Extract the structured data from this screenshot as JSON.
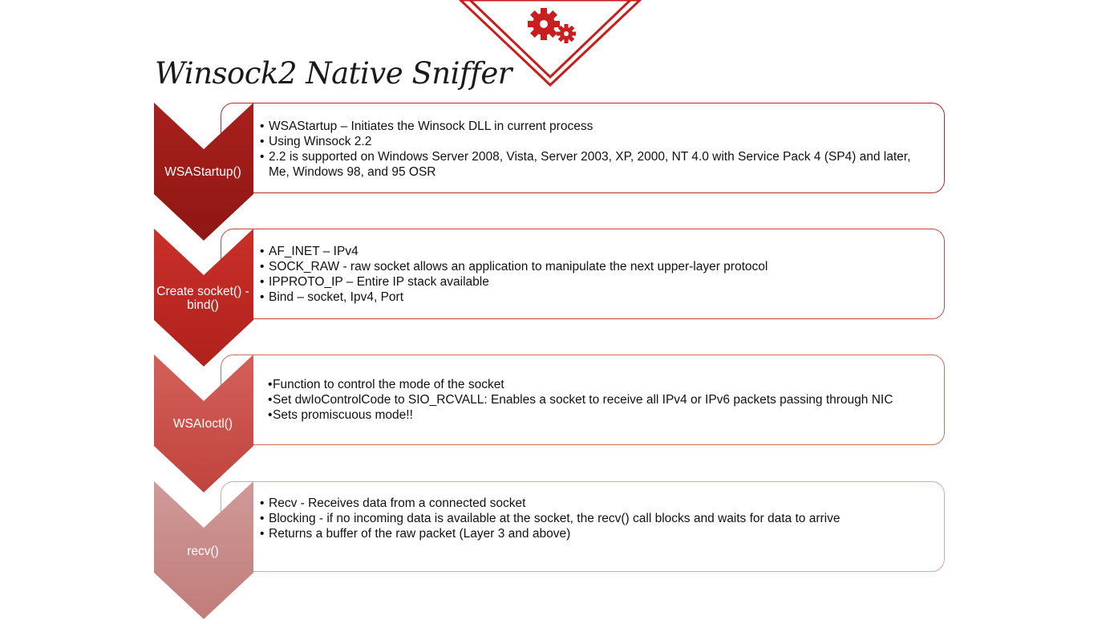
{
  "title": "Winsock2 Native Sniffer",
  "colors": {
    "accent": "#c81e1e",
    "step1": "#a8201d",
    "step2": "#c9302a",
    "step3": "#d4605a",
    "step4": "#cf9a98"
  },
  "icons": {
    "header": "gears-icon"
  },
  "steps": [
    {
      "label": "WSAStartup()",
      "bullet_char": "•",
      "items": [
        "WSAStartup – Initiates the Winsock DLL in current process",
        "Using Winsock 2.2",
        "2.2 is supported on Windows Server 2008, Vista, Server 2003, XP, 2000, NT 4.0 with Service Pack 4 (SP4) and later, Me, Windows 98, and 95 OSR"
      ]
    },
    {
      "label": "Create socket() - bind()",
      "bullet_char": "•",
      "items": [
        "AF_INET – IPv4",
        "SOCK_RAW - raw socket allows an application to manipulate the next upper-layer protocol",
        "IPPROTO_IP – Entire IP stack available",
        "Bind – socket, Ipv4, Port"
      ]
    },
    {
      "label": "WSAIoctl()",
      "bullet_char": "•",
      "items": [
        "Function to control the mode of the socket",
        "Set dwIoControlCode to SIO_RCVALL: Enables a socket to receive all IPv4 or IPv6 packets passing through NIC",
        "Sets promiscuous mode!!"
      ]
    },
    {
      "label": "recv()",
      "bullet_char": "•",
      "items": [
        "Recv - Receives data from a connected socket",
        "Blocking - if no incoming data is available at the socket, the recv() call blocks and waits for data to arrive",
        "Returns a buffer of the raw packet (Layer 3 and above)"
      ]
    }
  ]
}
